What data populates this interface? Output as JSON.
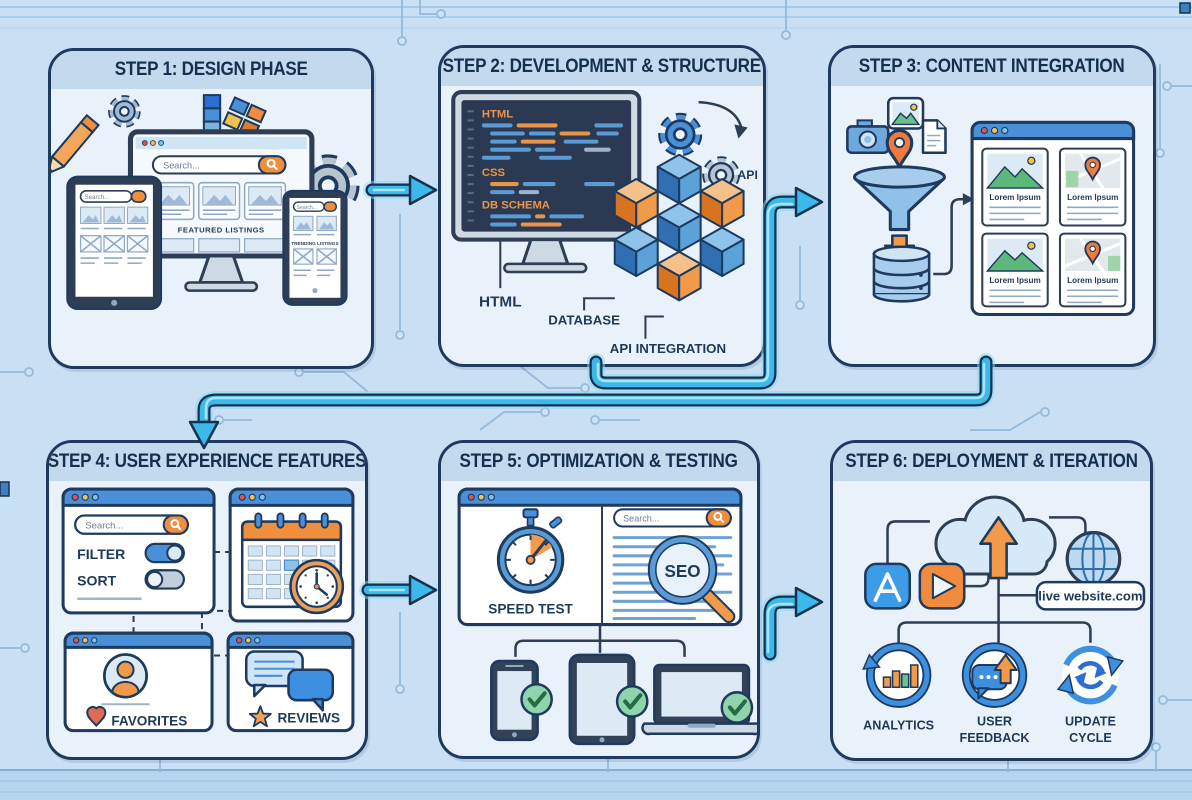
{
  "colors": {
    "background": "#c9dff4",
    "panel_border": "#1e3a5f",
    "panel_header": "#c3d9ee",
    "panel_body": "#e9f2fb",
    "title_text": "#14304f",
    "accent_orange": "#ef8e3c",
    "accent_blue": "#4a90d9",
    "arrow_cyan": "#3cb9ea",
    "code_background": "#2b3a52",
    "success_green": "#8fd4ab"
  },
  "panels": [
    {
      "id": "design-phase",
      "title": "STEP 1: DESIGN PHASE",
      "monitor_search": "Search...",
      "monitor_caption": "FEATURED LISTINGS",
      "tablet_search": "Search...",
      "phone_search": "Search...",
      "phone_caption": "TRENDING LISTINGS"
    },
    {
      "id": "development-structure",
      "title": "STEP 2: DEVELOPMENT & STRUCTURE",
      "code_sections": [
        "HTML",
        "CSS",
        "DB SCHEMA"
      ],
      "label_html": "HTML",
      "label_api": "API",
      "label_database": "DATABASE",
      "label_api_integration": "API INTEGRATION"
    },
    {
      "id": "content-integration",
      "title": "STEP 3: CONTENT INTEGRATION",
      "card_captions": [
        "Lorem Ipsum",
        "Lorem Ipsum",
        "Lorem Ipsum",
        "Lorem Ipsum"
      ]
    },
    {
      "id": "user-experience-features",
      "title": "STEP 4: USER EXPERIENCE FEATURES",
      "search": "Search...",
      "filter_label": "FILTER",
      "sort_label": "SORT",
      "favorites_label": "FAVORITES",
      "reviews_label": "REVIEWS"
    },
    {
      "id": "optimization-testing",
      "title": "STEP 5: OPTIMIZATION & TESTING",
      "search": "Search...",
      "speed_test_label": "SPEED TEST",
      "seo_label": "SEO"
    },
    {
      "id": "deployment-iteration",
      "title": "STEP 6: DEPLOYMENT & ITERATION",
      "live_site_label": "live website.com",
      "analytics_label": "ANALYTICS",
      "user_feedback_line1": "USER",
      "user_feedback_line2": "FEEDBACK",
      "update_cycle_line1": "UPDATE",
      "update_cycle_line2": "CYCLE"
    }
  ]
}
